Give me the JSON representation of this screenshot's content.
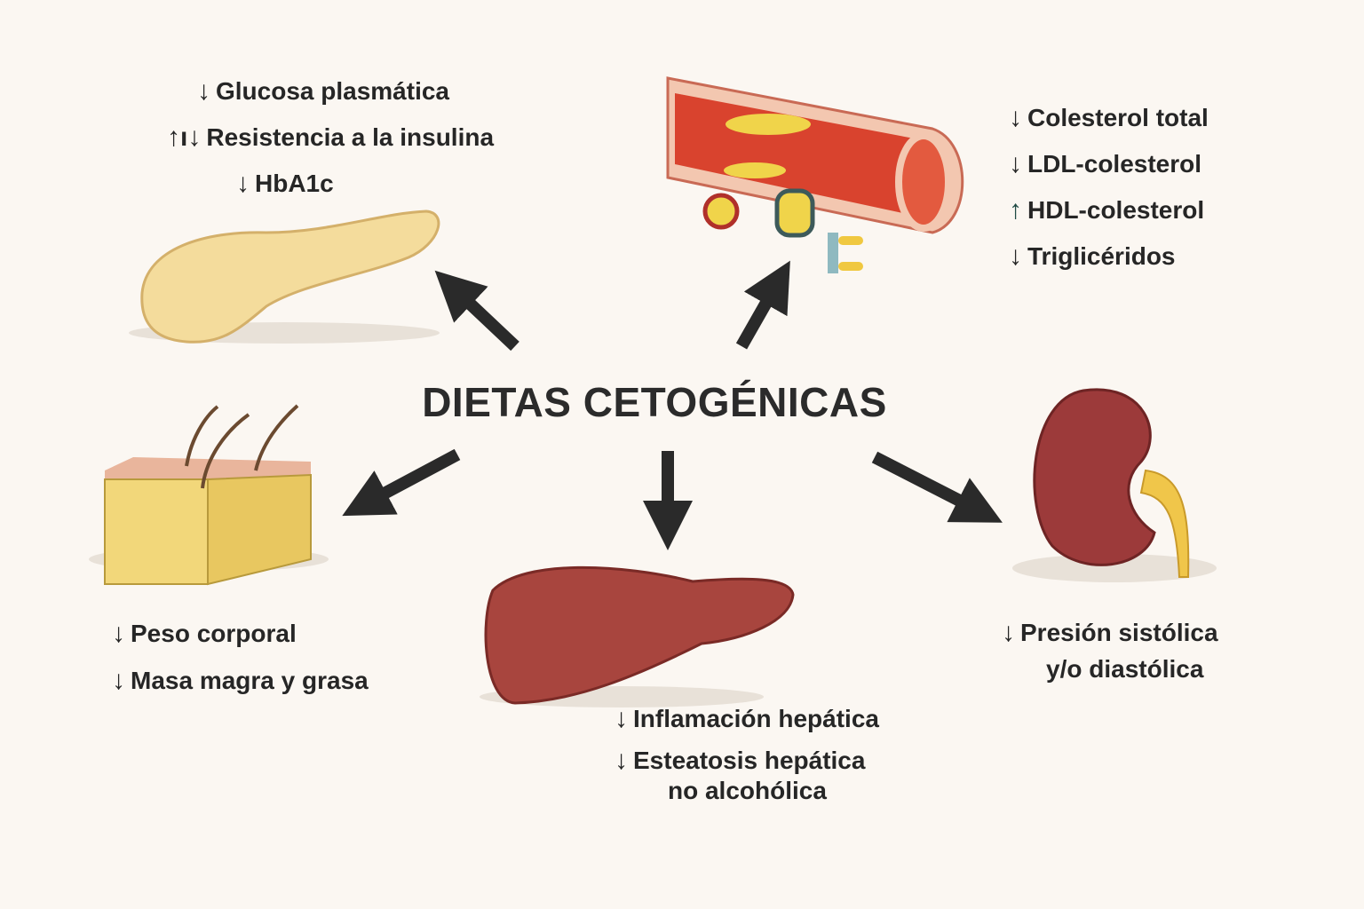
{
  "title": "DIETAS CETOGÉNICAS",
  "colors": {
    "background": "#fbf7f2",
    "text": "#262626",
    "arrow": "#2a2a2a",
    "hdl_up": "#1f4a44"
  },
  "pancreas": {
    "items": [
      {
        "arrow": "↓",
        "text": "Glucosa plasmática"
      },
      {
        "arrow": "↑ı↓",
        "text": "Resistencia a la insulina"
      },
      {
        "arrow": "↓",
        "text": "HbA1c"
      }
    ]
  },
  "vessel": {
    "items": [
      {
        "arrow": "↓",
        "text": "Colesterol total"
      },
      {
        "arrow": "↓",
        "text": "LDL-colesterol"
      },
      {
        "arrow": "↑",
        "text": "HDL-colesterol"
      },
      {
        "arrow": "↓",
        "text": "Triglicéridos"
      }
    ]
  },
  "adipose": {
    "items": [
      {
        "arrow": "↓",
        "text": "Peso corporal"
      },
      {
        "arrow": "↓",
        "text": "Masa magra y grasa"
      }
    ]
  },
  "liver": {
    "items": [
      {
        "arrow": "↓",
        "text": "Inflamación hepática"
      },
      {
        "arrow": "↓",
        "text": "Esteatosis hepática"
      }
    ],
    "cont": "no alcohólica"
  },
  "kidney": {
    "items": [
      {
        "arrow": "↓",
        "text": "Presión sistólica"
      }
    ],
    "cont": "y/o diastólica"
  }
}
